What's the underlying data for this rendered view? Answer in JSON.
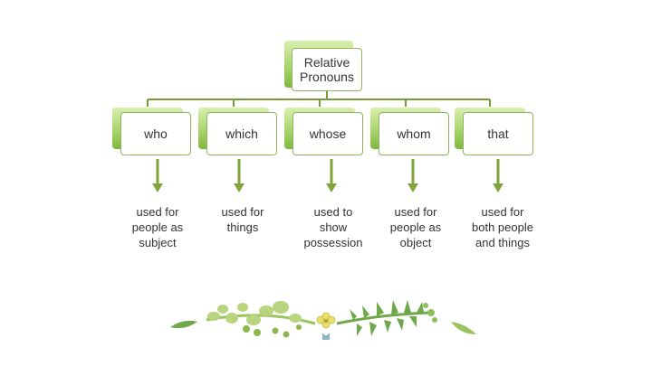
{
  "diagram": {
    "root": {
      "label": "Relative\nPronouns"
    },
    "children": [
      {
        "label": "who",
        "description": "used for\npeople as\nsubject"
      },
      {
        "label": "which",
        "description": "used for\nthings"
      },
      {
        "label": "whose",
        "description": "used to\nshow\npossession"
      },
      {
        "label": "whom",
        "description": "used for\npeople as\nobject"
      },
      {
        "label": "that",
        "description": "used for\nboth people\nand things"
      }
    ]
  },
  "colors": {
    "accent": "#8fb560",
    "connector": "#7a9a3a",
    "arrow": "#7fa53a",
    "vine_dark": "#6fa84a",
    "vine_light": "#b8d47e",
    "flower": "#e8e070"
  },
  "decoration": {
    "icon": "floral-vine-divider-icon"
  }
}
